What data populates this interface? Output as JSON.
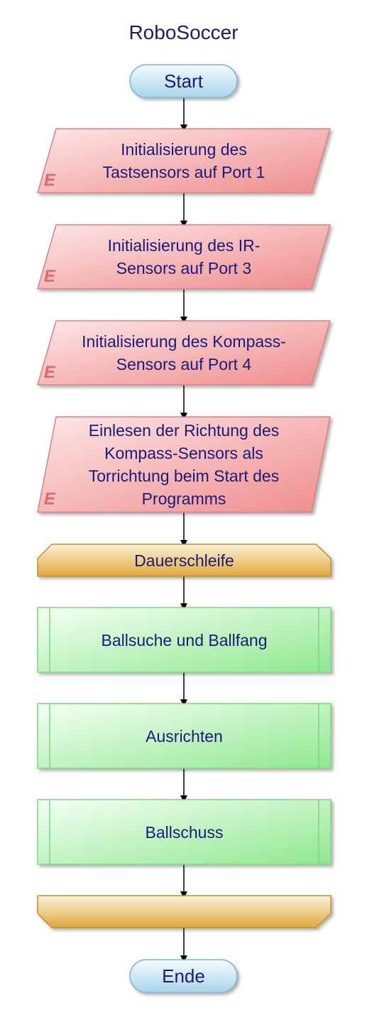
{
  "diagram": {
    "title": "RoboSoccer",
    "start": "Start",
    "end": "Ende",
    "io_marker": "E",
    "inputs": [
      "Initialisierung des\nTastsensors auf Port 1",
      "Initialisierung des IR-\nSensors auf Port 3",
      "Initialisierung des Kompass-\nSensors auf Port 4",
      "Einlesen der Richtung des\nKompass-Sensors als\nTorrichtung beim Start des\nProgramms"
    ],
    "loop_start": "Dauerschleife",
    "loop_end": "",
    "subroutines": [
      "Ballsuche und Ballfang",
      "Ausrichten",
      "Ballschuss"
    ]
  }
}
